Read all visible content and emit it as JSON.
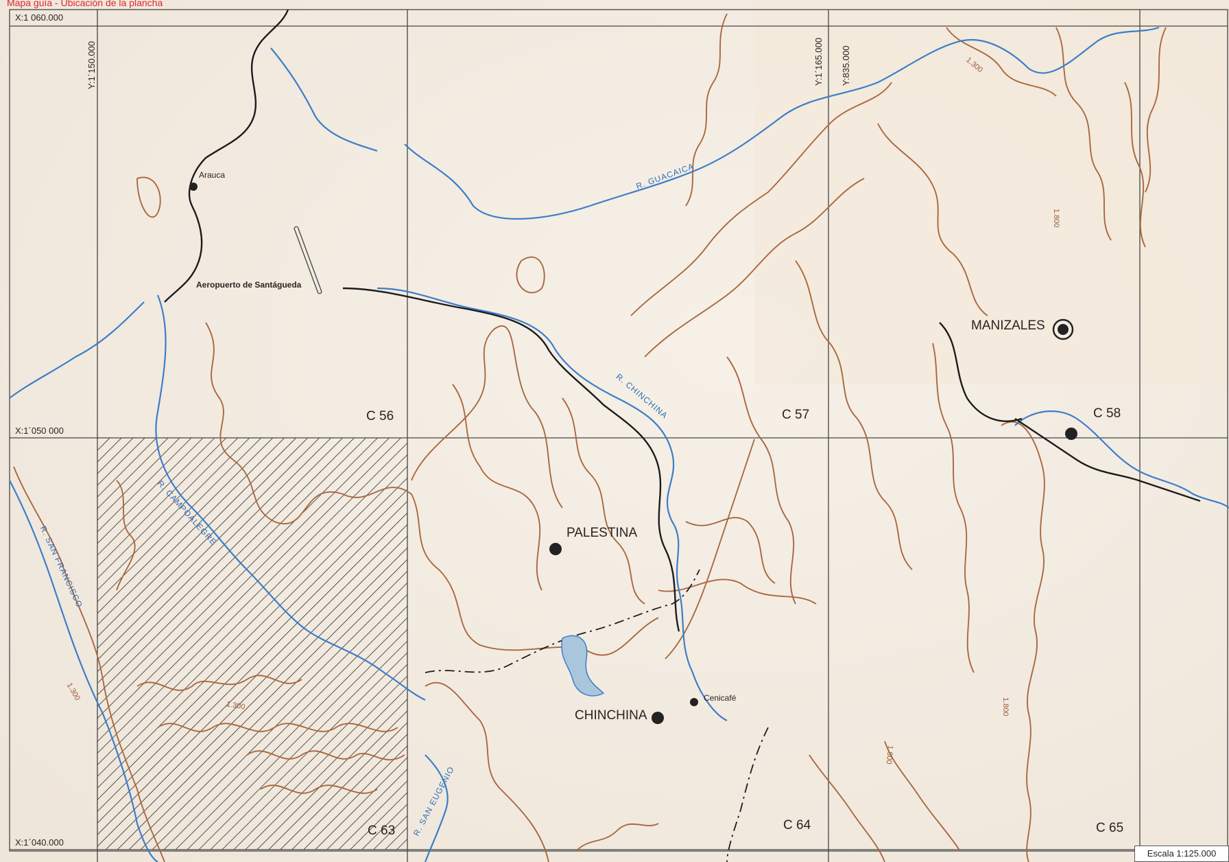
{
  "map": {
    "heading": "Mapa guía - Ubicación de la plancha",
    "scale": "Escala 1:125.000",
    "coordinates": {
      "x_top": "X:1 060.000",
      "x_mid": "X:1´050 000",
      "x_bottom": "X:1´040.000",
      "y_left": "Y:1´150.000",
      "y_right_1": "Y:1´165.000",
      "y_right_2": "Y:835.000"
    },
    "sheets": [
      "C 56",
      "C 57",
      "C 58",
      "C 63",
      "C 64",
      "C 65"
    ],
    "places": {
      "manizales": "MANIZALES",
      "palestina": "PALESTINA",
      "chinchina": "CHINCHINA",
      "arauca": "Arauca",
      "cenicafe": "Cenicafé",
      "airport": "Aeropuerto de Santágueda"
    },
    "rivers": {
      "guacaica": "R. GUACAICA",
      "chinchina": "R. CHINCHINA",
      "campoalegre": "R. CAMPOALEGRE",
      "san_francisco": "R. SAN FRANCISCO",
      "san_eugenio": "R. SAN EUGENIO"
    },
    "contours": {
      "c1300_a": "1.300",
      "c1300_b": "1.300",
      "c1300_c": "1.300",
      "c1800_a": "1.800",
      "c1800_b": "1.800",
      "c1800_c": "1.800"
    },
    "colors": {
      "background": "#f3ece2",
      "river": "#3b7ec8",
      "contour": "#a9683f",
      "boundary": "#1c1c1c",
      "grid": "#444444",
      "heading": "#e0262b",
      "lake": "#a9c6dc"
    }
  }
}
